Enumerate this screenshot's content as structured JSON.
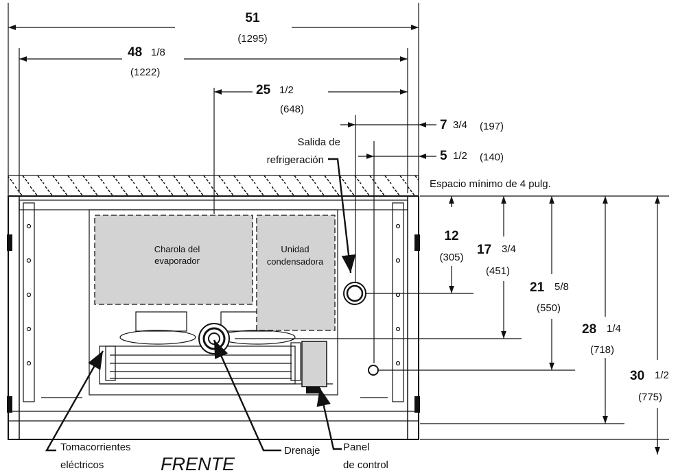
{
  "dimensions": {
    "d51": {
      "whole": "51",
      "frac": "",
      "mm": "(1295)"
    },
    "d48": {
      "whole": "48",
      "frac": "1/8",
      "mm": "(1222)"
    },
    "d25": {
      "whole": "25",
      "frac": "1/2",
      "mm": "(648)"
    },
    "d7": {
      "whole": "7",
      "frac": "3/4",
      "mm": "(197)"
    },
    "d5": {
      "whole": "5",
      "frac": "1/2",
      "mm": "(140)"
    },
    "d12": {
      "whole": "12",
      "frac": "",
      "mm": "(305)"
    },
    "d17": {
      "whole": "17",
      "frac": "3/4",
      "mm": "(451)"
    },
    "d21": {
      "whole": "21",
      "frac": "5/8",
      "mm": "(550)"
    },
    "d28": {
      "whole": "28",
      "frac": "1/4",
      "mm": "(718)"
    },
    "d30": {
      "whole": "30",
      "frac": "1/2",
      "mm": "(775)"
    }
  },
  "labels": {
    "refrigeration_outlet": [
      "Salida de",
      "refrigeración"
    ],
    "min_space": "Espacio mínimo de 4 pulg.",
    "evaporator_tray": [
      "Charola del",
      "evaporador"
    ],
    "condensing_unit": [
      "Unidad",
      "condensadora"
    ],
    "outlets": [
      "Tomacorrientes",
      "eléctricos"
    ],
    "front": "FRENTE",
    "drain": "Drenaje",
    "control_panel": [
      "Panel",
      "de control"
    ]
  }
}
